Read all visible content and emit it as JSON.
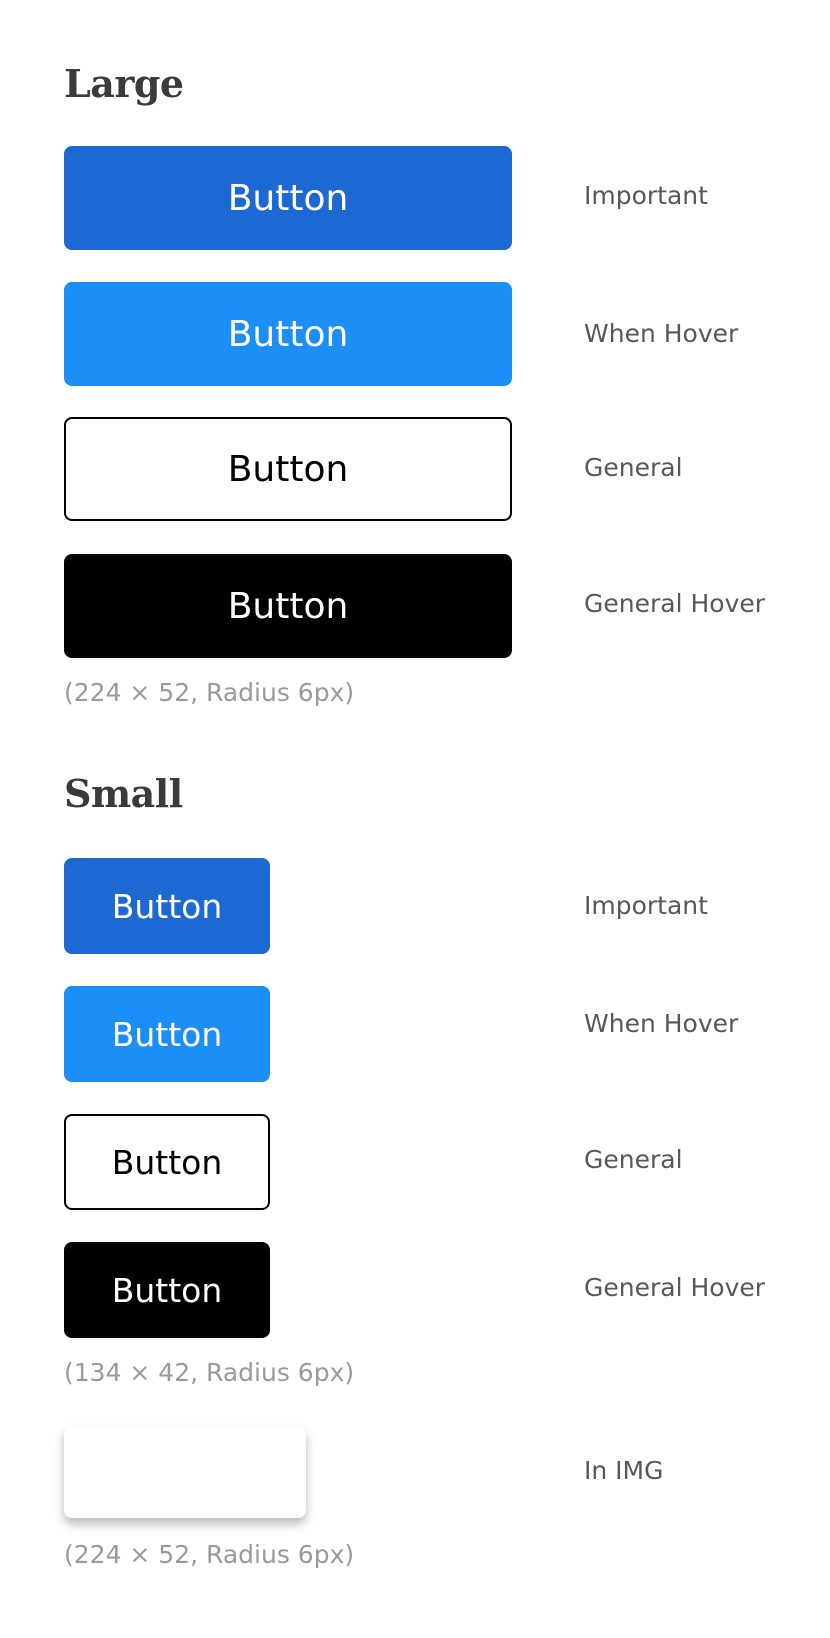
{
  "large": {
    "title": "Large",
    "buttons": [
      {
        "label": "Button",
        "state": "Important"
      },
      {
        "label": "Button",
        "state": "When Hover"
      },
      {
        "label": "Button",
        "state": "General"
      },
      {
        "label": "Button",
        "state": "General Hover"
      }
    ],
    "spec": "(224 × 52, Radius 6px)"
  },
  "small": {
    "title": "Small",
    "buttons": [
      {
        "label": "Button",
        "state": "Important"
      },
      {
        "label": "Button",
        "state": "When Hover"
      },
      {
        "label": "Button",
        "state": "General"
      },
      {
        "label": "Button",
        "state": "General Hover"
      }
    ],
    "spec": "(134 × 42, Radius 6px)"
  },
  "in_img": {
    "label": "",
    "state": "In IMG",
    "spec": "(224 × 52, Radius 6px)"
  },
  "colors": {
    "important": "#1d69d4",
    "hover": "#1b8ef8",
    "general": "#ffffff",
    "general_hover": "#000000",
    "title_text": "#3a3a3a",
    "state_label_text": "#585858",
    "spec_text": "#9a9a9a"
  }
}
